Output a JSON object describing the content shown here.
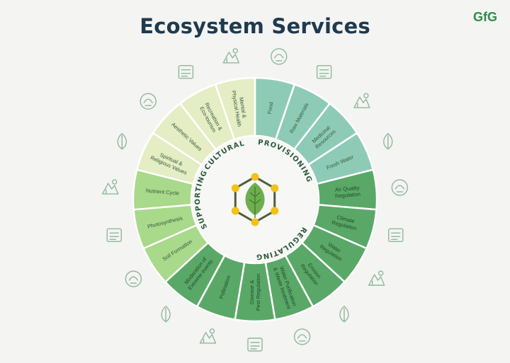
{
  "title": "Ecosystem Services",
  "logo": "GfG",
  "colors": {
    "cultural": "#e4edc3",
    "provisioning": "#8ecbb6",
    "regulating": "#5aa867",
    "supporting": "#a9d98b",
    "title": "#1e3a4f",
    "node": "#f2c21b",
    "leaf": "#6fae4e",
    "icon": "#8fb89a"
  },
  "categories": [
    {
      "key": "cultural",
      "label": "CULTURAL"
    },
    {
      "key": "provisioning",
      "label": "PROVISIONING"
    },
    {
      "key": "regulating",
      "label": "REGULATING"
    },
    {
      "key": "supporting",
      "label": "SUPPORTING"
    }
  ],
  "segments": [
    {
      "label": "Food",
      "category": "provisioning",
      "icon": "food-bowl-icon"
    },
    {
      "label": "Raw Materials",
      "category": "provisioning",
      "icon": "raw-materials-icon"
    },
    {
      "label": "Medicinal\nResources",
      "category": "provisioning",
      "icon": "medicine-icon"
    },
    {
      "label": "Fresh Water",
      "category": "provisioning",
      "icon": "water-tap-icon"
    },
    {
      "label": "Air Quality\nRegulation",
      "category": "regulating",
      "icon": "trees-icon"
    },
    {
      "label": "Climate\nRegulation",
      "category": "regulating",
      "icon": "globe-climate-icon"
    },
    {
      "label": "Water\nRegulation",
      "category": "regulating",
      "icon": "water-hands-icon"
    },
    {
      "label": "Erosion\nRegulation",
      "category": "regulating",
      "icon": "erosion-slope-icon"
    },
    {
      "label": "Water Purification\n& Waste treatment",
      "category": "regulating",
      "icon": "water-purification-icon"
    },
    {
      "label": "Disease &\nPest Regulation",
      "category": "regulating",
      "icon": "pest-icon"
    },
    {
      "label": "Pollination",
      "category": "regulating",
      "icon": "bee-flower-icon"
    },
    {
      "label": "Moderation of\nExtreme events",
      "category": "regulating",
      "icon": "storm-icon"
    },
    {
      "label": "Soil Formation",
      "category": "supporting",
      "icon": "soil-layers-icon"
    },
    {
      "label": "Photosynthesis",
      "category": "supporting",
      "icon": "leaf-icon"
    },
    {
      "label": "Nutrient Cycle",
      "category": "supporting",
      "icon": "cycle-apple-icon"
    },
    {
      "label": "Spiritual &\nReligious Values",
      "category": "cultural",
      "icon": "hamsa-hand-icon"
    },
    {
      "label": "Aesthetic Values",
      "category": "cultural",
      "icon": "landscape-icon"
    },
    {
      "label": "Recreation &\nEco-tourism",
      "category": "cultural",
      "icon": "palm-beach-icon"
    },
    {
      "label": "Mental &\nPhysical Health",
      "category": "cultural",
      "icon": "head-health-icon"
    }
  ]
}
